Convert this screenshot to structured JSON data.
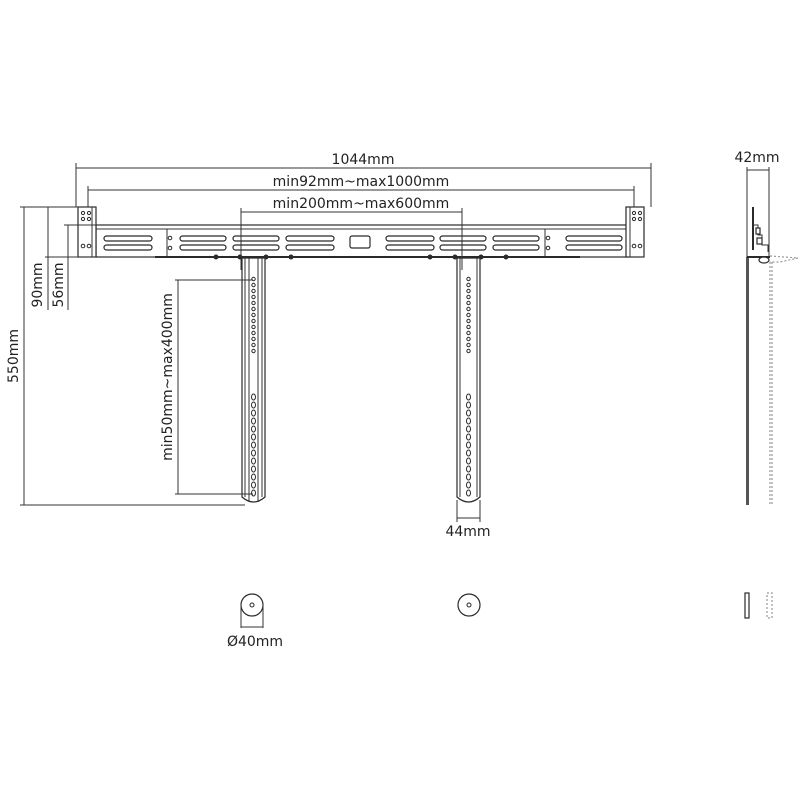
{
  "drawing": {
    "type": "technical-dimension-drawing",
    "subject": "soundbar mounting bracket",
    "front_view": {
      "dimensions": {
        "overall_width": "1044mm",
        "arm_spacing_range": "min92mm~max1000mm",
        "center_spacing_range": "min200mm~max600mm",
        "total_height": "550mm",
        "bracket_height": "90mm",
        "bar_height": "56mm",
        "vertical_adjust_range": "min50mm~max400mm",
        "arm_width": "44mm"
      }
    },
    "side_view": {
      "dimensions": {
        "depth": "42mm"
      }
    },
    "bottom_view": {
      "dimensions": {
        "diameter": "Ø40mm"
      }
    }
  }
}
